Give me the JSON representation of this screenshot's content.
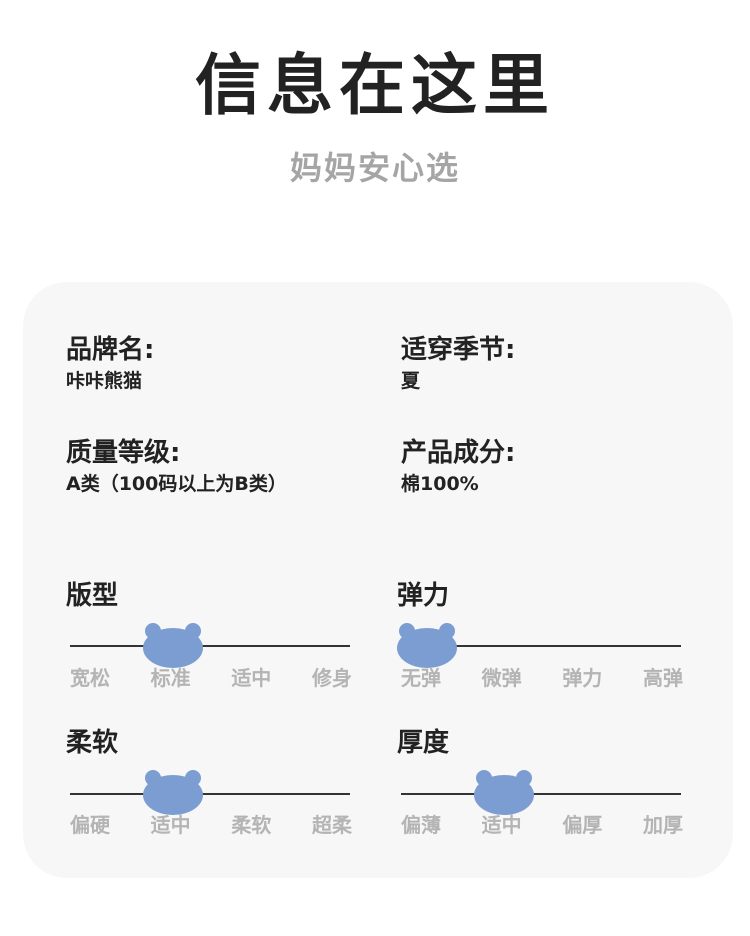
{
  "header": {
    "title": "信息在这里",
    "subtitle": "妈妈安心选"
  },
  "info": {
    "brand_label": "品牌名:",
    "brand_value": "咔咔熊猫",
    "season_label": "适穿季节:",
    "season_value": "夏",
    "quality_label": "质量等级:",
    "quality_value": "A类（100码以上为B类）",
    "material_label": "产品成分:",
    "material_value": "棉100%"
  },
  "scales": {
    "fit": {
      "title": "版型",
      "options": [
        "宽松",
        "标准",
        "适中",
        "修身"
      ],
      "selected_index": 1
    },
    "elasticity": {
      "title": "弹力",
      "options": [
        "无弹",
        "微弹",
        "弹力",
        "高弹"
      ],
      "selected_index": 0
    },
    "softness": {
      "title": "柔软",
      "options": [
        "偏硬",
        "适中",
        "柔软",
        "超柔"
      ],
      "selected_index": 1
    },
    "thickness": {
      "title": "厚度",
      "options": [
        "偏薄",
        "适中",
        "偏厚",
        "加厚"
      ],
      "selected_index": 1
    }
  },
  "colors": {
    "indicator": "#7c9dd1",
    "card_bg": "#f7f7f7",
    "muted_text": "#b4b4b4"
  }
}
